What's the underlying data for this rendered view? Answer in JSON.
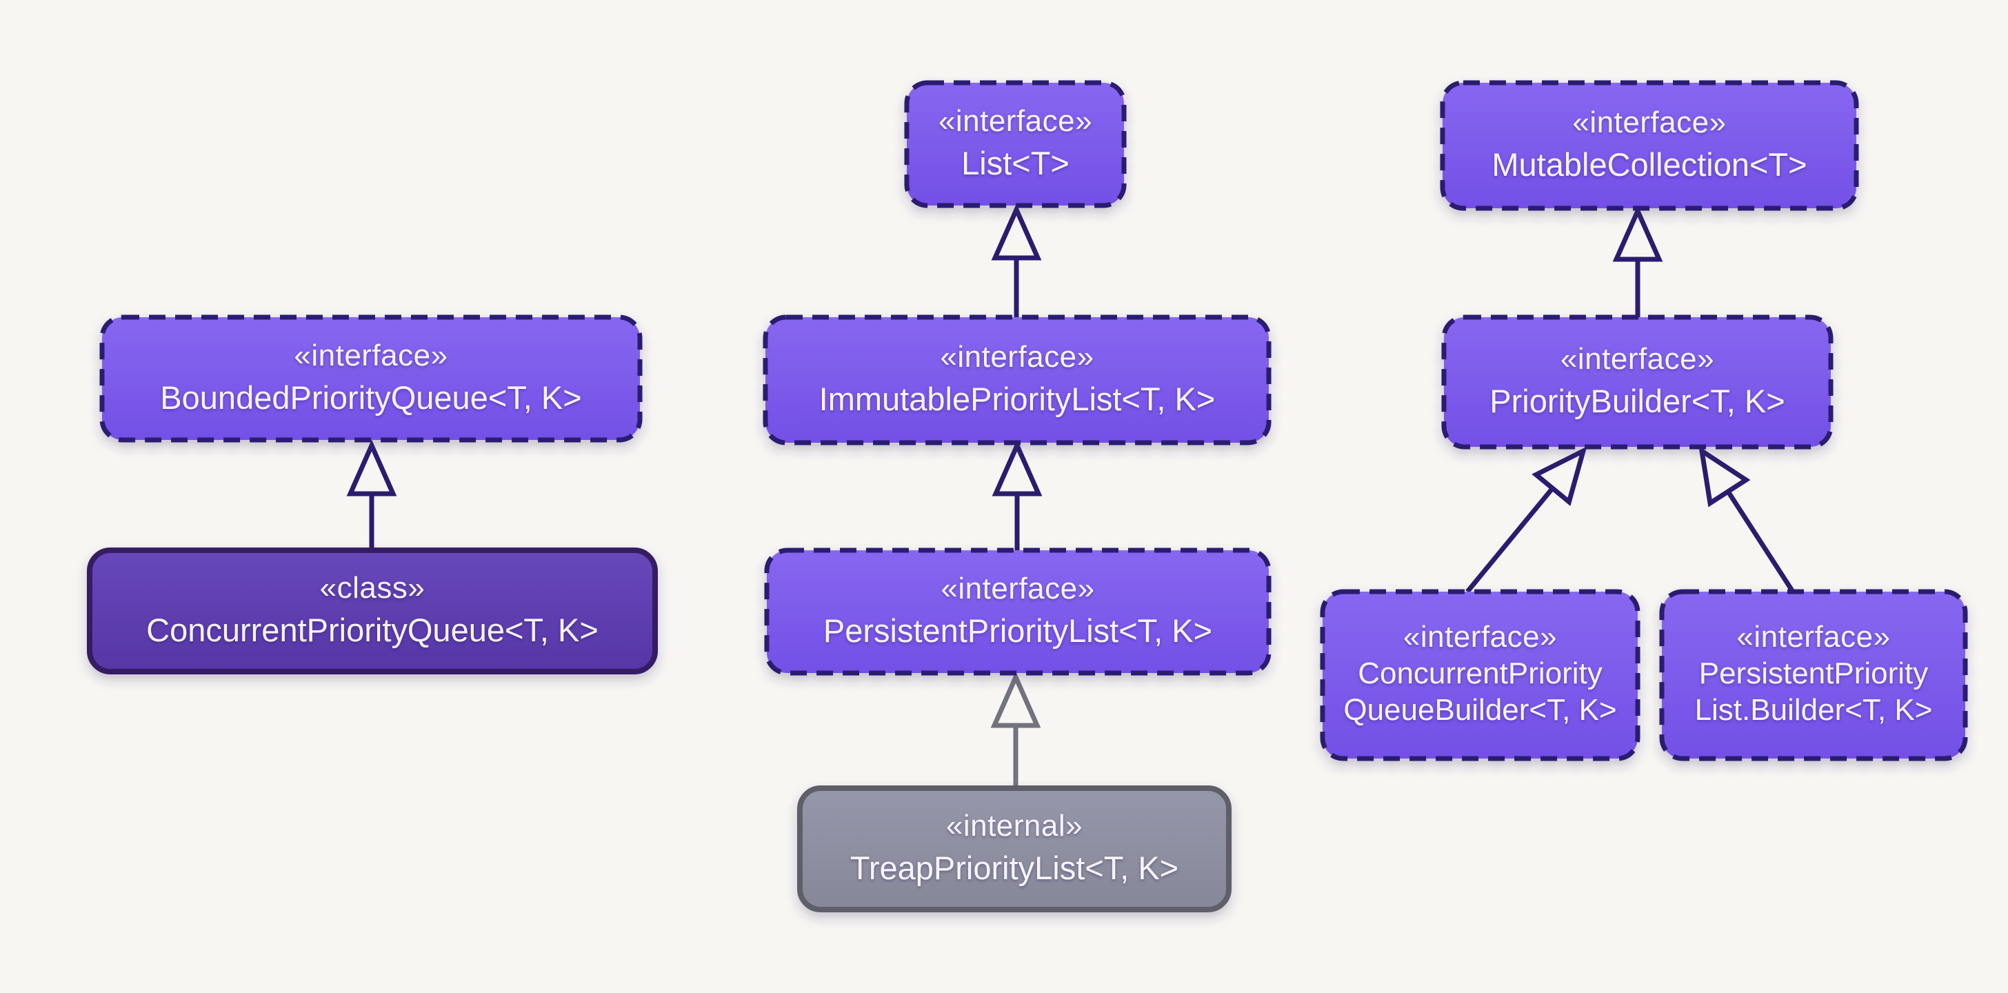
{
  "diagram_type": "uml-class-diagram",
  "nodes": [
    {
      "id": "list",
      "stereotype": "«interface»",
      "name": "List<T>",
      "kind": "interface"
    },
    {
      "id": "mutable-collection",
      "stereotype": "«interface»",
      "name": "MutableCollection<T>",
      "kind": "interface"
    },
    {
      "id": "bounded-priority-queue",
      "stereotype": "«interface»",
      "name": "BoundedPriorityQueue<T, K>",
      "kind": "interface"
    },
    {
      "id": "immutable-priority-list",
      "stereotype": "«interface»",
      "name": "ImmutablePriorityList<T, K>",
      "kind": "interface"
    },
    {
      "id": "priority-builder",
      "stereotype": "«interface»",
      "name": "PriorityBuilder<T, K>",
      "kind": "interface"
    },
    {
      "id": "concurrent-priority-queue",
      "stereotype": "«class»",
      "name": "ConcurrentPriorityQueue<T, K>",
      "kind": "class"
    },
    {
      "id": "persistent-priority-list",
      "stereotype": "«interface»",
      "name": "PersistentPriorityList<T, K>",
      "kind": "interface"
    },
    {
      "id": "treap-priority-list",
      "stereotype": "«internal»",
      "name": "TreapPriorityList<T, K>",
      "kind": "internal"
    },
    {
      "id": "concurrent-priority-queue-builder",
      "stereotype": "«interface»",
      "name": "ConcurrentPriority\nQueueBuilder<T, K>",
      "kind": "interface"
    },
    {
      "id": "persistent-priority-list-builder",
      "stereotype": "«interface»",
      "name": "PersistentPriority\nList.Builder<T, K>",
      "kind": "interface"
    }
  ],
  "edges": [
    {
      "from": "concurrent-priority-queue",
      "to": "bounded-priority-queue",
      "type": "generalization"
    },
    {
      "from": "immutable-priority-list",
      "to": "list",
      "type": "generalization"
    },
    {
      "from": "persistent-priority-list",
      "to": "immutable-priority-list",
      "type": "generalization"
    },
    {
      "from": "treap-priority-list",
      "to": "persistent-priority-list",
      "type": "generalization"
    },
    {
      "from": "priority-builder",
      "to": "mutable-collection",
      "type": "generalization"
    },
    {
      "from": "concurrent-priority-queue-builder",
      "to": "priority-builder",
      "type": "generalization"
    },
    {
      "from": "persistent-priority-list-builder",
      "to": "priority-builder",
      "type": "generalization"
    }
  ],
  "colors": {
    "background": "#f7f6f3",
    "interface_fill_top": "#8767f0",
    "interface_fill_bottom": "#7350e6",
    "class_fill_top": "#6748ba",
    "class_fill_bottom": "#5636a6",
    "internal_fill_top": "#9697aa",
    "internal_fill_bottom": "#868799",
    "interface_border": "#2c1c6f",
    "class_border": "#351f63",
    "internal_border": "#5f5f6b",
    "edge": "#2c1c6f",
    "edge_gray": "#73737f",
    "text": "#f7f4ff"
  }
}
